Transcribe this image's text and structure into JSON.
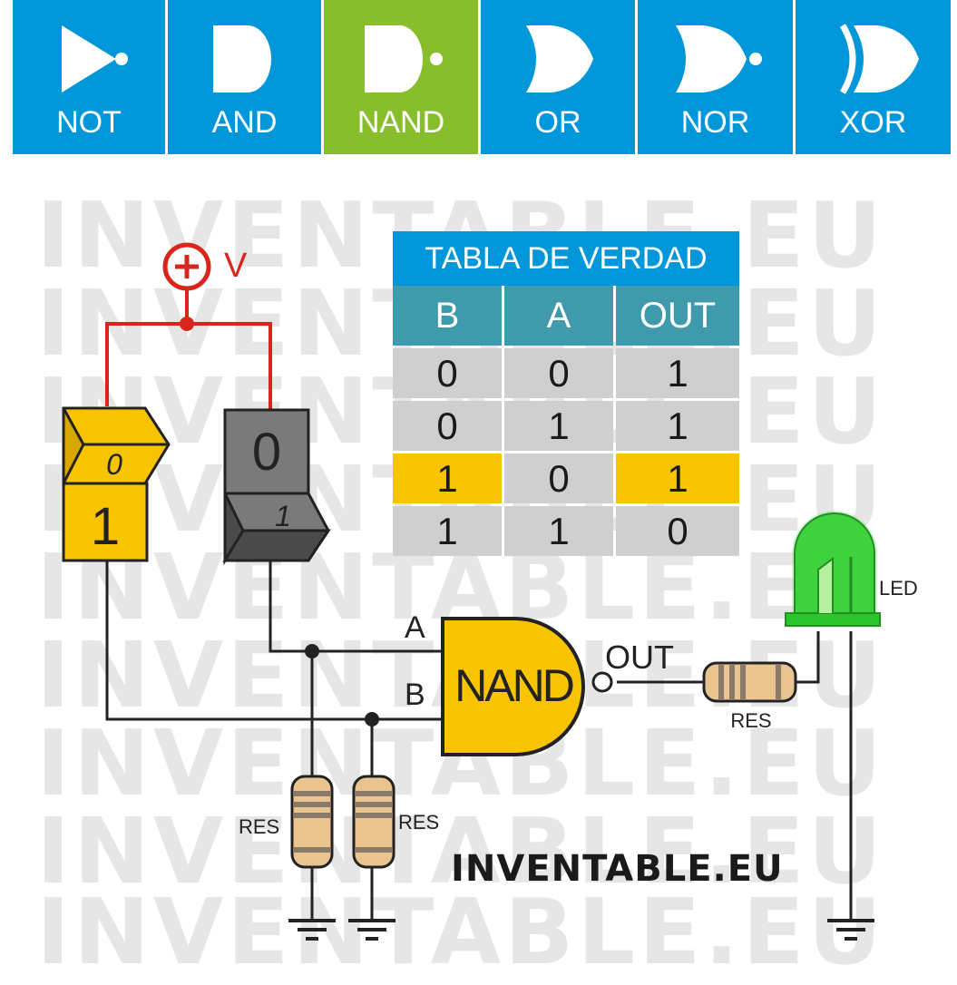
{
  "colors": {
    "blue": "#0096da",
    "green": "#88be2b",
    "yellow": "#f8c400",
    "red": "#d9261c",
    "wire": "#222222",
    "teal": "#3f9aac",
    "gray_row": "#cfcfcf",
    "led": "#2ec42e"
  },
  "tabs": [
    {
      "label": "NOT",
      "icon": "not-gate-icon",
      "active": false
    },
    {
      "label": "AND",
      "icon": "and-gate-icon",
      "active": false
    },
    {
      "label": "NAND",
      "icon": "nand-gate-icon",
      "active": true
    },
    {
      "label": "OR",
      "icon": "or-gate-icon",
      "active": false
    },
    {
      "label": "NOR",
      "icon": "nor-gate-icon",
      "active": false
    },
    {
      "label": "XOR",
      "icon": "xor-gate-icon",
      "active": false
    }
  ],
  "watermark": "INVENTABLE.EU",
  "truth_table": {
    "title": "TABLA DE VERDAD",
    "headers": [
      "B",
      "A",
      "OUT"
    ],
    "rows": [
      {
        "cells": [
          "0",
          "0",
          "1"
        ],
        "active": false
      },
      {
        "cells": [
          "0",
          "1",
          "1"
        ],
        "active": false
      },
      {
        "cells": [
          "1",
          "0",
          "1"
        ],
        "active": true
      },
      {
        "cells": [
          "1",
          "1",
          "0"
        ],
        "active": false
      }
    ]
  },
  "circuit": {
    "supply_label": "V",
    "switch_b": {
      "top_label": "0",
      "bottom_label": "1",
      "state": "1"
    },
    "switch_a": {
      "top_label": "0",
      "bottom_label": "1",
      "state": "0"
    },
    "input_a_label": "A",
    "input_b_label": "B",
    "gate_label": "NAND",
    "output_label": "OUT",
    "resistor_label": "RES",
    "led_label": "LED",
    "led_on": true
  },
  "brand": "INVENTABLE.EU"
}
